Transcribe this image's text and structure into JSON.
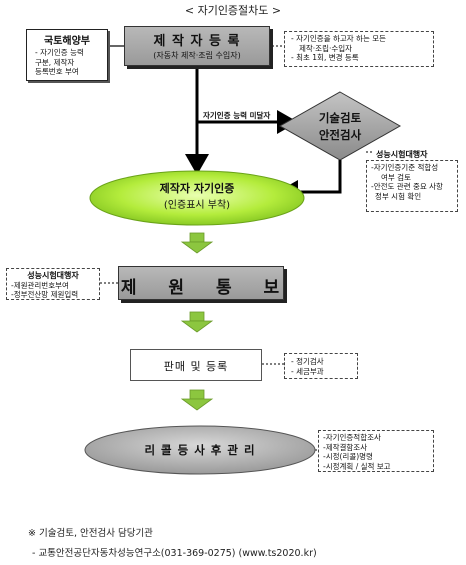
{
  "title": "< 자기인증절차도 >",
  "ministry": {
    "heading": "국토해양부",
    "lines": [
      "- 자기인증 능력",
      "구분, 제작자",
      "등록번호 부여"
    ]
  },
  "manufacturer_registration": {
    "label": "제 작 자 등 록",
    "sub": "(자동차 제작·조립 수입자)"
  },
  "registration_note": {
    "lines": [
      "- 자기인증을 하고자 하는 모든",
      "제작·조립·수입자",
      "- 최초 1회, 변경 등록"
    ]
  },
  "insufficient_label": "자기인증 능력 미달자",
  "tech_review": {
    "line1": "기술검토",
    "line2": "안전검사"
  },
  "agency_note_1": {
    "heading": "성능시험대행자",
    "lines": [
      "-자기인증기준 적합성",
      "여부 검토",
      "-안전도 관련 중요 사항",
      "정부 시험 확인"
    ]
  },
  "self_cert": {
    "line1": "제작자 자기인증",
    "line2": "(인증표시 부착)"
  },
  "spec_notice": {
    "label": "제 원 통 보"
  },
  "agency_note_2": {
    "heading": "성능시험대행자",
    "lines": [
      "-제원관리번호부여",
      "-정부전산망 제원입력"
    ]
  },
  "sales": {
    "label": "판매 및 등록"
  },
  "sales_note": {
    "lines": [
      "- 정기검사",
      "- 세금부과"
    ]
  },
  "recall": {
    "label": "리 콜 등 사 후 관 리"
  },
  "recall_note": {
    "lines": [
      "-자기인증적합조사",
      "-제작결함조사",
      "-시정(리콜)명령",
      "-시정계획 / 실적 보고"
    ]
  },
  "footer": {
    "line1": "※ 기술검토, 안전검사 담당기관",
    "line2": "- 교통안전공단자동차성능연구소(031-369-0275) (www.ts2020.kr)"
  },
  "colors": {
    "green_node": "#b4ec3c",
    "green_arrow": "#8cc63f",
    "gray_block": "#a8a8a8",
    "diamond": "#9e9e9e"
  }
}
